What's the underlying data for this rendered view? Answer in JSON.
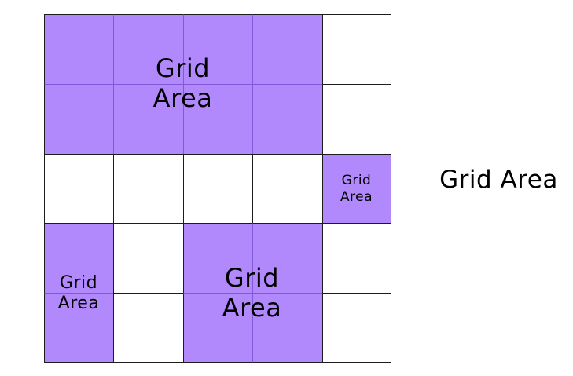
{
  "diagram": {
    "title": "Grid Area",
    "background_color": "#ffffff",
    "fill_color": "#b288fd",
    "grid_line_color": "#1c1c1c",
    "seam_line_color": "#8257d9",
    "text_color": "#000000",
    "grid": {
      "columns": 5,
      "rows": 5,
      "cells": [
        [
          {
            "filled": true
          },
          {
            "filled": true
          },
          {
            "filled": true
          },
          {
            "filled": true
          },
          {
            "filled": false
          }
        ],
        [
          {
            "filled": true
          },
          {
            "filled": true
          },
          {
            "filled": true
          },
          {
            "filled": true
          },
          {
            "filled": false
          }
        ],
        [
          {
            "filled": false
          },
          {
            "filled": false
          },
          {
            "filled": false
          },
          {
            "filled": false
          },
          {
            "filled": true
          }
        ],
        [
          {
            "filled": true
          },
          {
            "filled": false
          },
          {
            "filled": true
          },
          {
            "filled": true
          },
          {
            "filled": false
          }
        ],
        [
          {
            "filled": true
          },
          {
            "filled": false
          },
          {
            "filled": true
          },
          {
            "filled": true
          },
          {
            "filled": false
          }
        ]
      ]
    },
    "areas": [
      {
        "id": "area-a",
        "line1": "Grid",
        "line2": "Area",
        "row_start": 1,
        "row_end": 2,
        "col_start": 1,
        "col_end": 4
      },
      {
        "id": "area-b",
        "line1": "Grid",
        "line2": "Area",
        "row_start": 3,
        "row_end": 3,
        "col_start": 5,
        "col_end": 5
      },
      {
        "id": "area-c",
        "line1": "Grid",
        "line2": "Area",
        "row_start": 4,
        "row_end": 5,
        "col_start": 1,
        "col_end": 1
      },
      {
        "id": "area-d",
        "line1": "Grid",
        "line2": "Area",
        "row_start": 4,
        "row_end": 5,
        "col_start": 3,
        "col_end": 4
      }
    ],
    "side_label": "Grid Area"
  }
}
